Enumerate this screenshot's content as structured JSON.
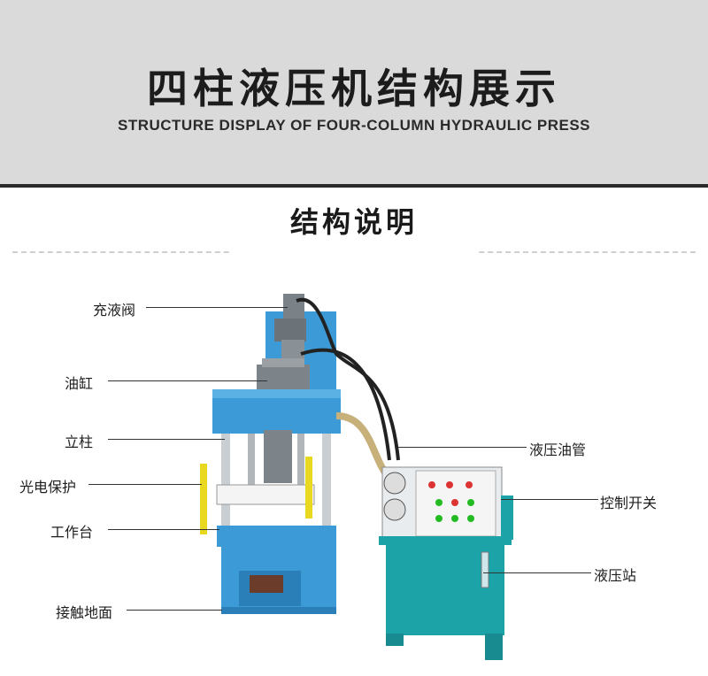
{
  "header": {
    "title_cn": "四柱液压机结构展示",
    "title_en": "STRUCTURE DISPLAY OF FOUR-COLUMN HYDRAULIC PRESS"
  },
  "section": {
    "title": "结构说明"
  },
  "labels_left": [
    {
      "key": "fill_valve",
      "text": "充液阀"
    },
    {
      "key": "cylinder",
      "text": "油缸"
    },
    {
      "key": "column",
      "text": "立柱"
    },
    {
      "key": "photo_protect",
      "text": "光电保护"
    },
    {
      "key": "worktable",
      "text": "工作台"
    },
    {
      "key": "ground",
      "text": "接触地面"
    }
  ],
  "labels_right": [
    {
      "key": "oil_pipe",
      "text": "液压油管"
    },
    {
      "key": "control_switch",
      "text": "控制开关"
    },
    {
      "key": "pump_station",
      "text": "液压站"
    }
  ],
  "colors": {
    "machine_blue": "#3c9bd6",
    "machine_dark_blue": "#2a7fb8",
    "station_teal": "#1ba3a8",
    "header_bg": "#dadada"
  }
}
